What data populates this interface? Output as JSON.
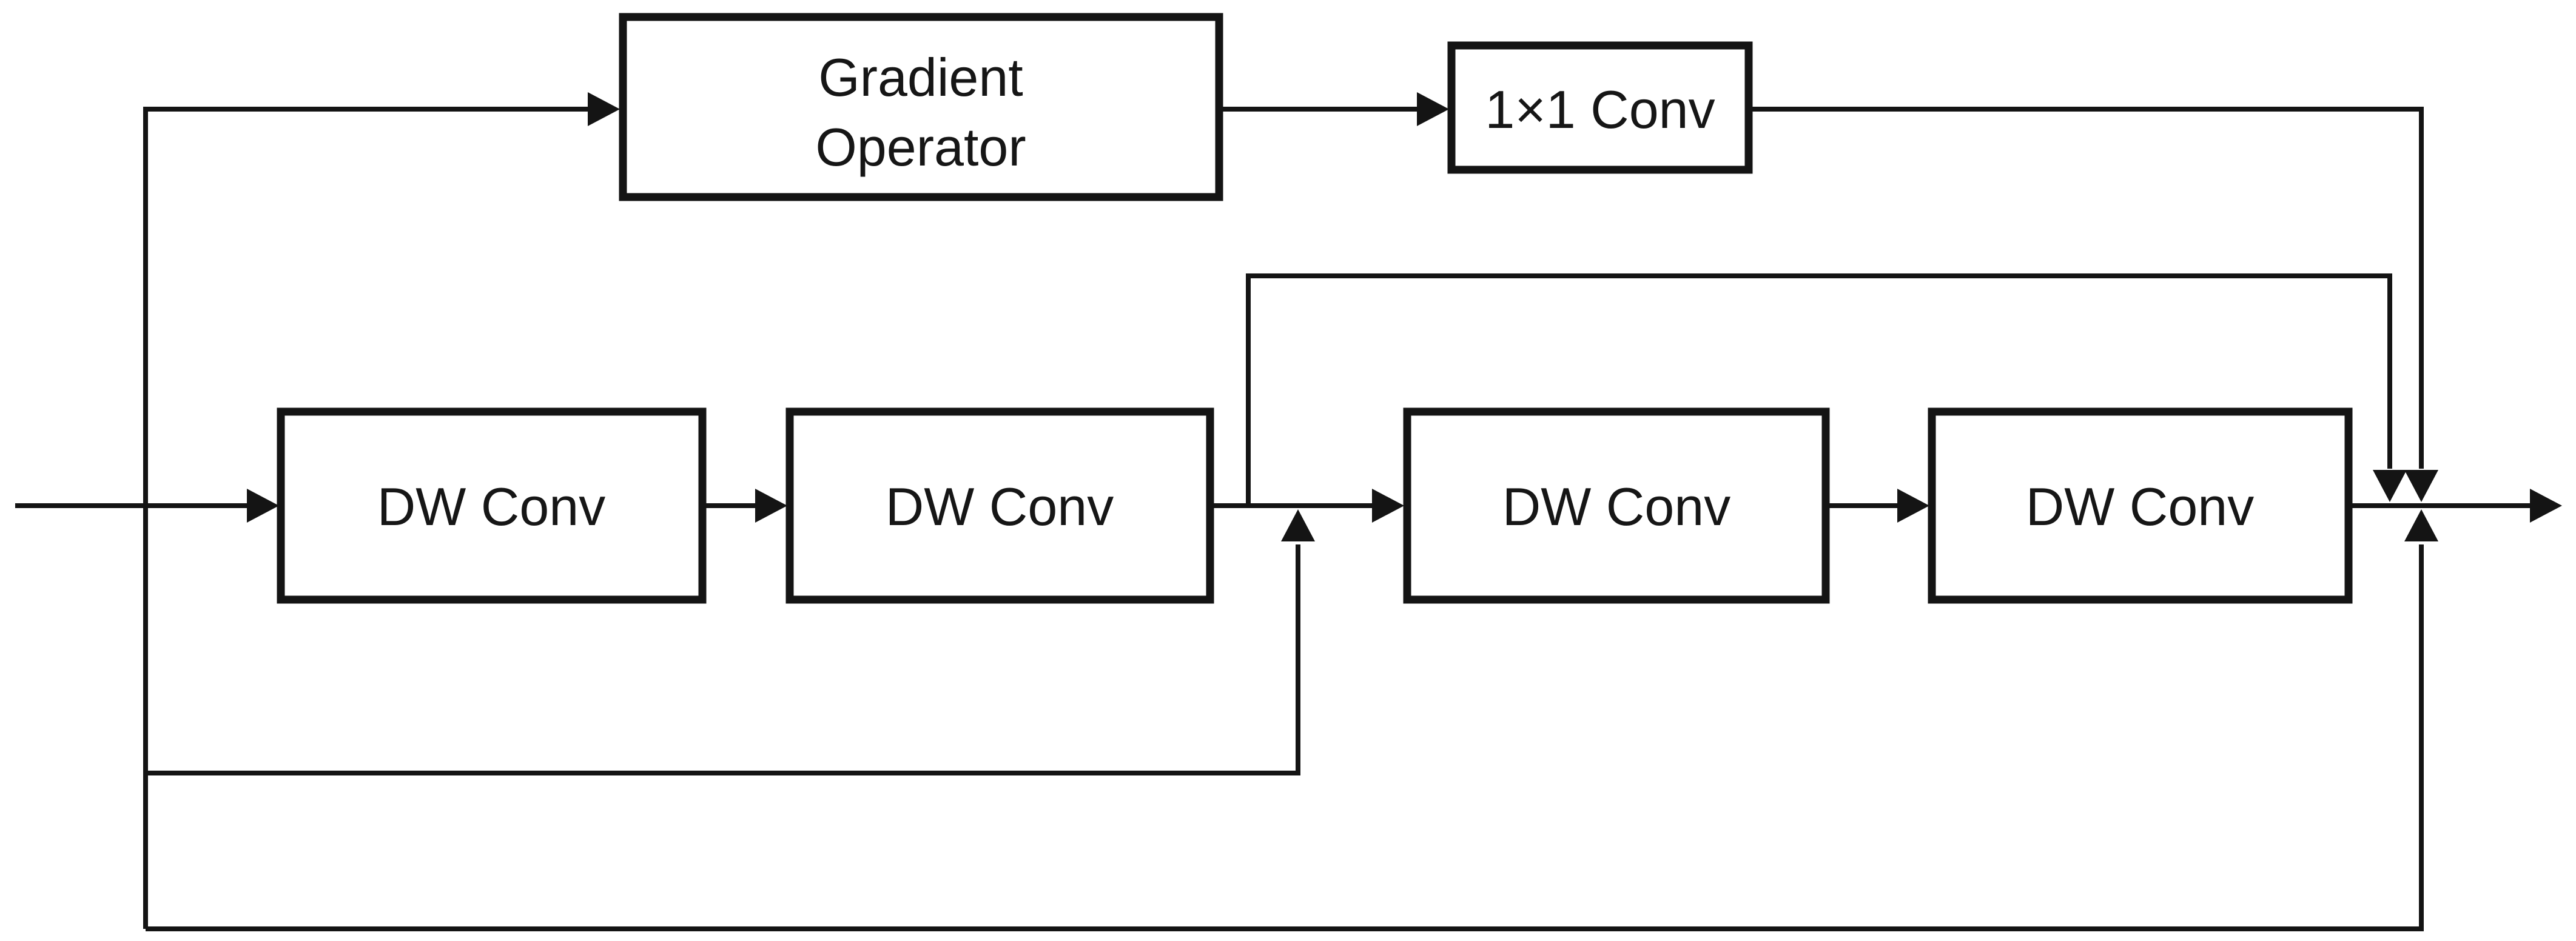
{
  "diagram": {
    "boxes": {
      "gradient_operator": {
        "line1": "Gradient",
        "line2": "Operator"
      },
      "conv_1x1": {
        "label": "1×1 Conv"
      },
      "dw_conv_1": {
        "label": "DW Conv"
      },
      "dw_conv_2": {
        "label": "DW Conv"
      },
      "dw_conv_3": {
        "label": "DW Conv"
      },
      "dw_conv_4": {
        "label": "DW Conv"
      }
    },
    "colors": {
      "background": "#ffffff",
      "line": "#141414",
      "text": "#161616"
    }
  }
}
